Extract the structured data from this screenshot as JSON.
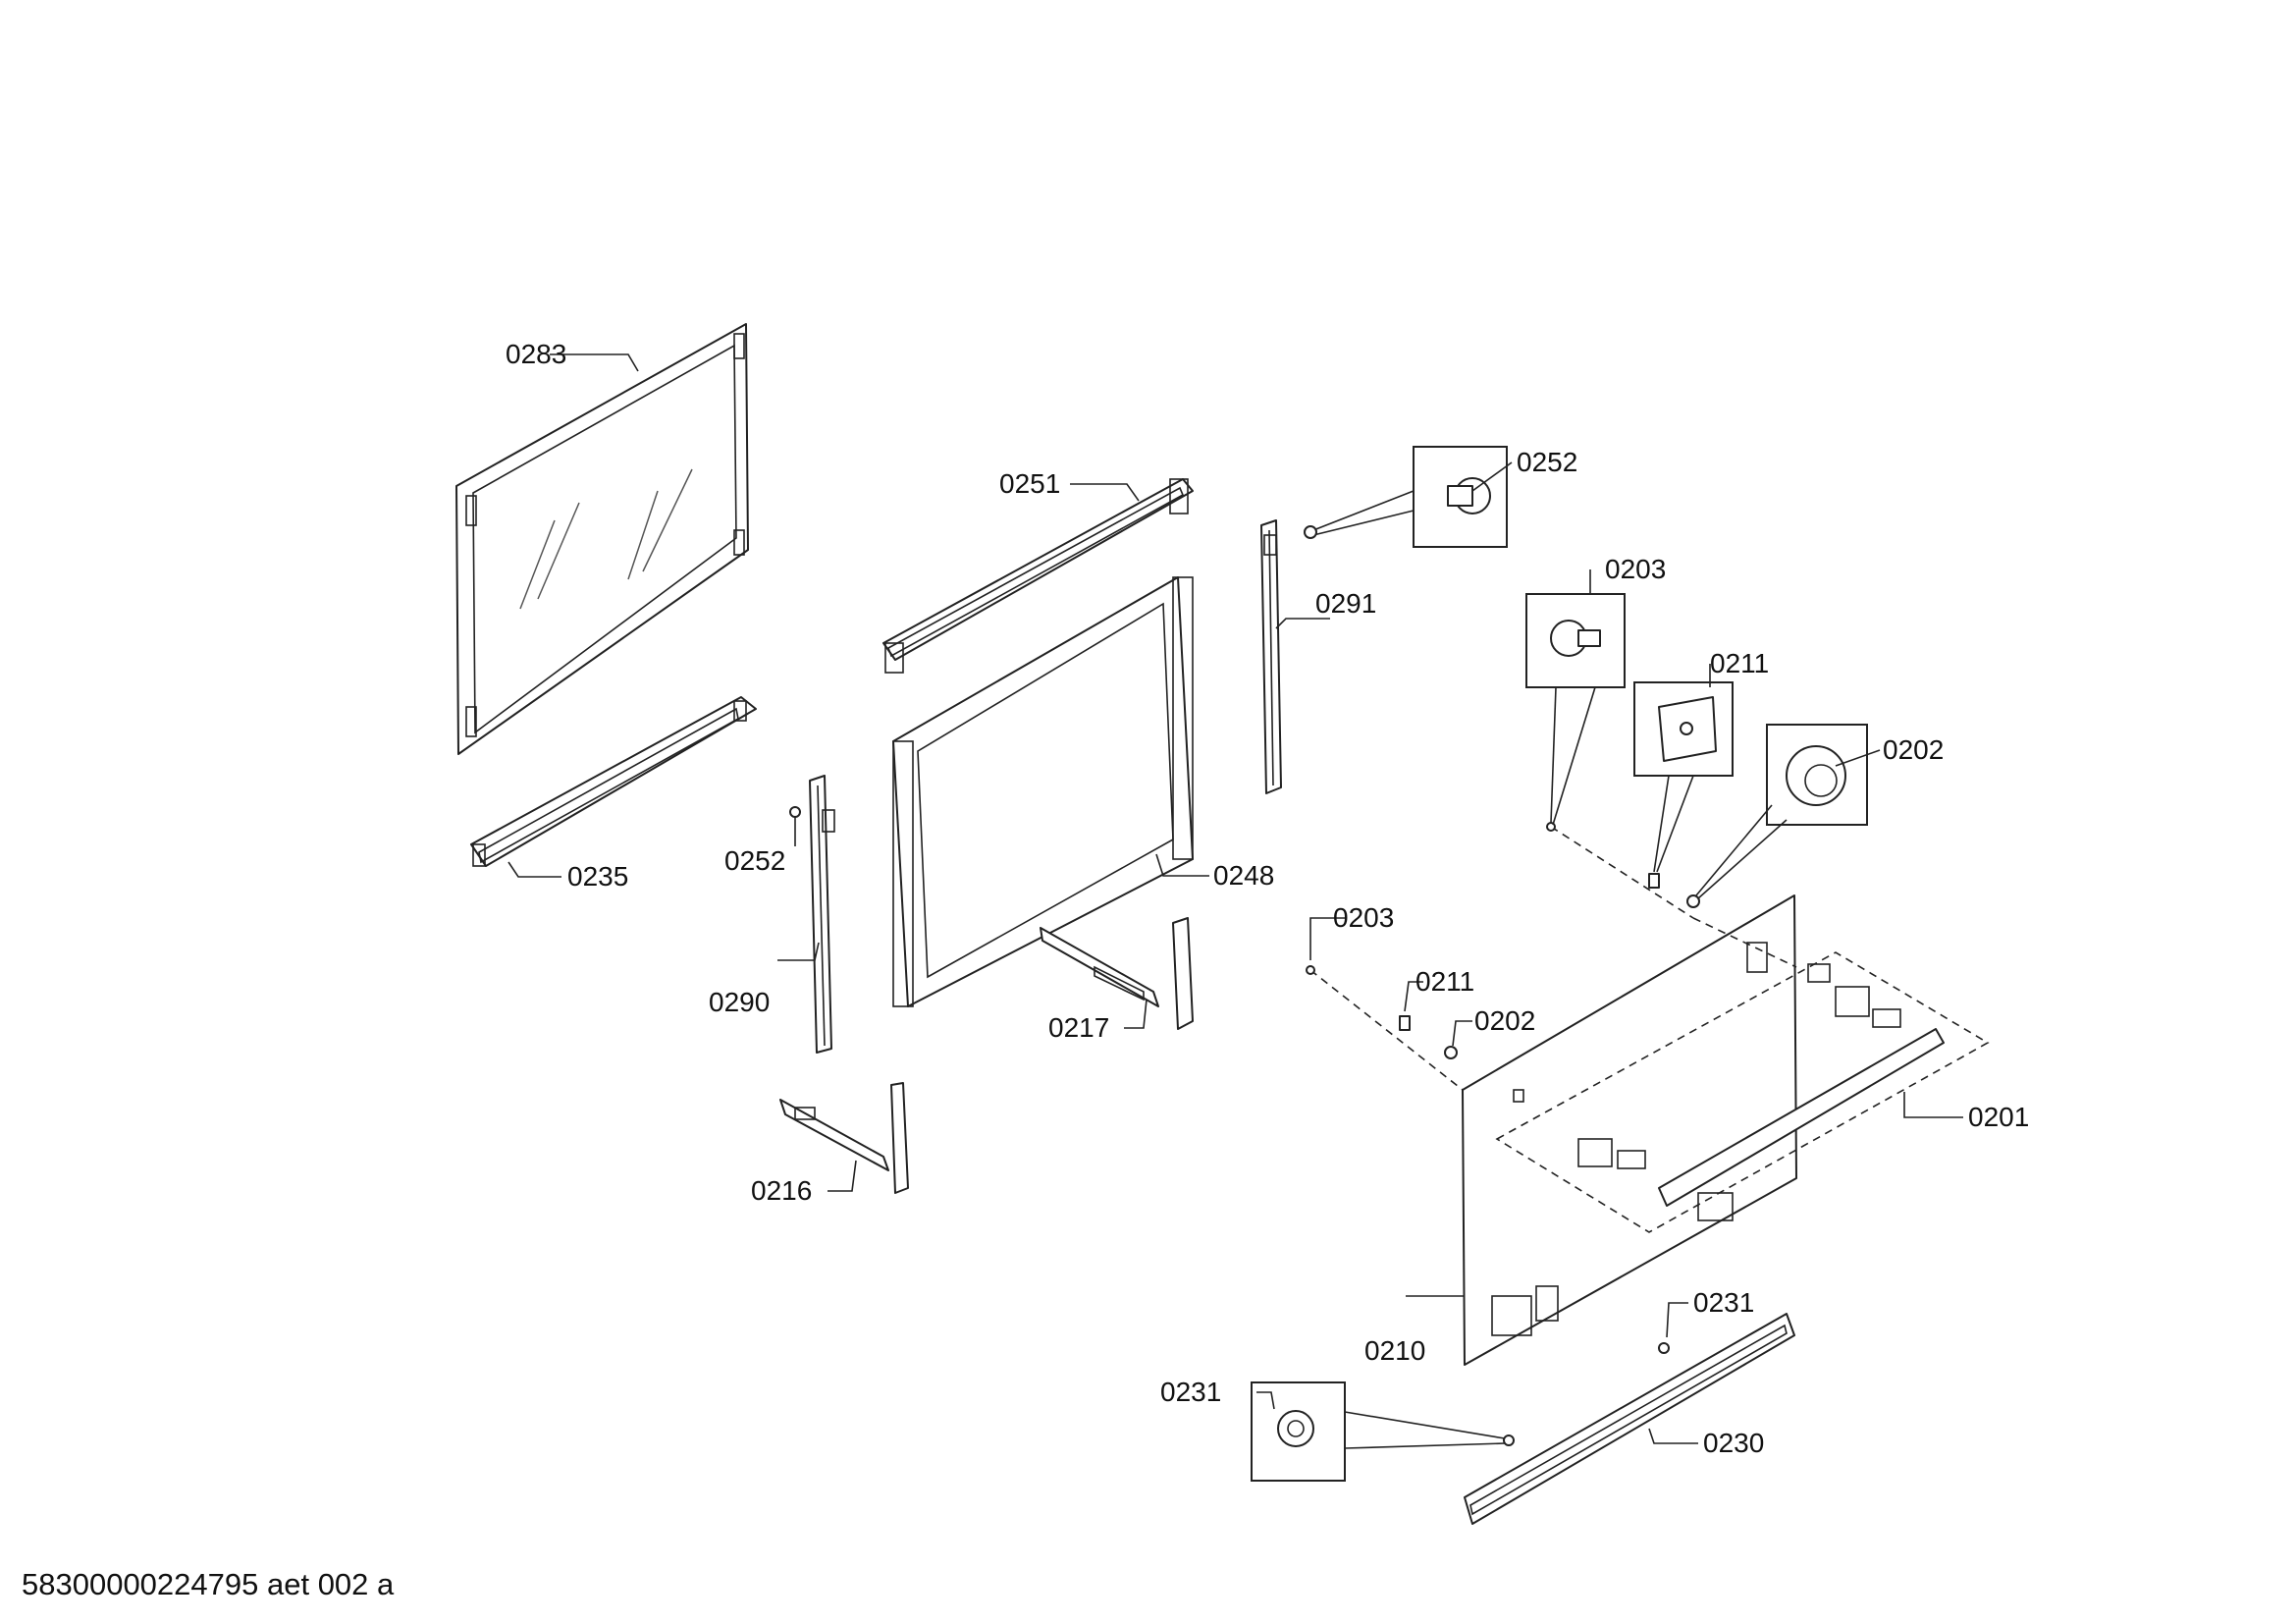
{
  "callouts": {
    "c0283": "0283",
    "c0251": "0251",
    "c0252_top": "0252",
    "c0203_top": "0203",
    "c0291": "0291",
    "c0211_top": "0211",
    "c0202_top": "0202",
    "c0235": "0235",
    "c0252_mid": "0252",
    "c0248": "0248",
    "c0203_mid": "0203",
    "c0211_mid": "0211",
    "c0202_mid": "0202",
    "c0290": "0290",
    "c0217": "0217",
    "c0201": "0201",
    "c0216": "0216",
    "c0231_right": "0231",
    "c0210": "0210",
    "c0231_left": "0231",
    "c0230": "0230"
  },
  "footer": "58300000224795 aet 002 a"
}
